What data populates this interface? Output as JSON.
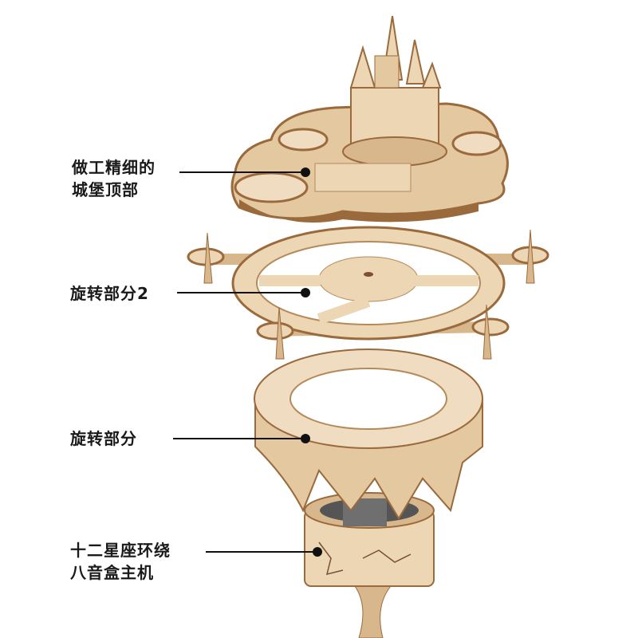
{
  "callouts": [
    {
      "lines": [
        "做工精细的",
        "城堡顶部"
      ]
    },
    {
      "lines": [
        "旋转部分2"
      ]
    },
    {
      "lines": [
        "旋转部分"
      ]
    },
    {
      "lines": [
        "十二星座环绕",
        "八音盒主机"
      ]
    }
  ],
  "colors": {
    "wood_light": "#ecd6b4",
    "wood_mid": "#d9b78c",
    "wood_dark": "#9a6a3c",
    "line": "#111111"
  }
}
